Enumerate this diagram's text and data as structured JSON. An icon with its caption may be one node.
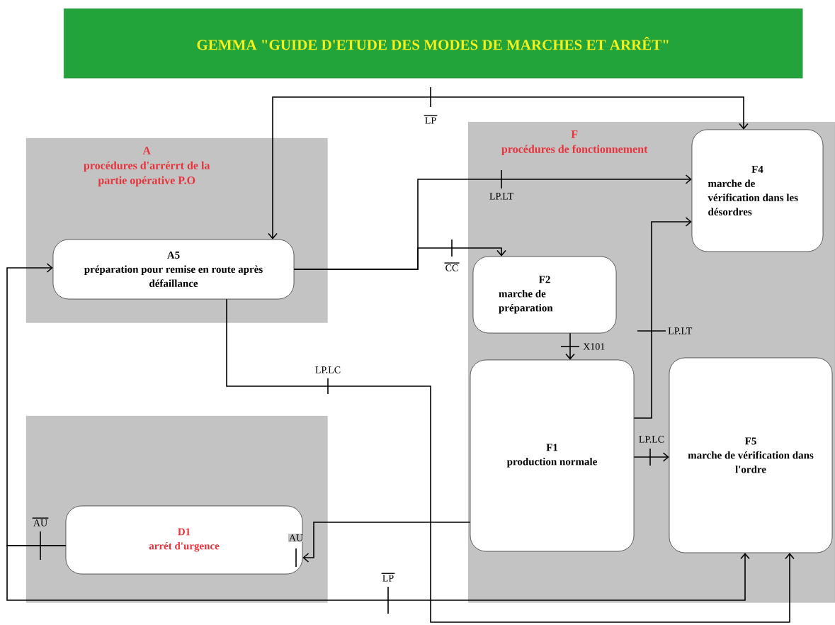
{
  "diagram": {
    "title": "GEMMA \"GUIDE D'ETUDE DES MODES DE MARCHES ET ARRÊT\"",
    "nodes": [
      {
        "text": [
          "A",
          "procédures d'arrérrt de la partie opérative P.O"
        ]
      },
      {
        "text": [
          "A5",
          "préparation pour remise en route après défaillance"
        ],
        "in": 0
      },
      {
        "text": [
          "F",
          "procédures de fonctionnement"
        ]
      },
      {
        "text": [
          "F4",
          "marche de vérification dans les désordres"
        ],
        "in": 2
      },
      {
        "text": [
          "F2",
          "marche de préparation"
        ],
        "in": 2
      },
      {
        "text": [
          "F1",
          "production normale"
        ],
        "in": 2
      },
      {
        "text": [
          "F5",
          "marche de vérification dans l'ordre"
        ],
        "in": 2
      },
      {
        "text": [],
        "shape": "box"
      },
      {
        "text": [
          "D1",
          "arrét d'urgence"
        ],
        "in": 7
      }
    ],
    "edges": [
      {
        "from": 1,
        "to": 3,
        "arrow": "both",
        "label": "LP"
      },
      {
        "from": 1,
        "to": 3,
        "arrow": "to",
        "label": "LP.LT"
      },
      {
        "from": 1,
        "to": 4,
        "arrow": "to",
        "label": "CC"
      },
      {
        "from": 4,
        "to": 5,
        "arrow": "to",
        "label": "X101"
      },
      {
        "from": 5,
        "to": 3,
        "arrow": "to",
        "label": "LP.LT"
      },
      {
        "from": 5,
        "to": 6,
        "arrow": "to",
        "label": "LP.LC"
      },
      {
        "from": 1,
        "to": 6,
        "arrow": "to",
        "label": "LP.LC"
      },
      {
        "from": 5,
        "to": 8,
        "arrow": "to",
        "label": "AU"
      },
      {
        "from": 8,
        "to": 1,
        "arrow": "to",
        "label": "AU"
      },
      {
        "from": 8,
        "to": 6,
        "arrow": "to",
        "label": "LP"
      }
    ]
  }
}
